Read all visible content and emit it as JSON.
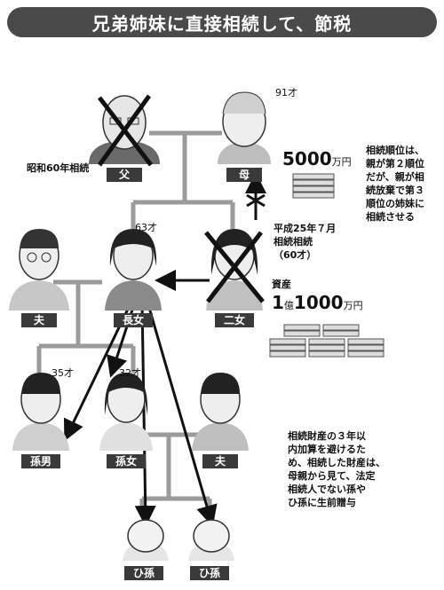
{
  "title": "兄弟姉妹に直接相続して、節税",
  "people": {
    "father": "父",
    "mother": "母",
    "husband1": "夫",
    "eldest": "長女",
    "second": "二女",
    "grandson": "孫男",
    "granddaughter": "孫女",
    "husband2": "夫",
    "great1": "ひ孫",
    "great2": "ひ孫"
  },
  "ages": {
    "mother": "91才",
    "eldest": "63才",
    "grandson": "35才",
    "granddaughter": "32才"
  },
  "father_note": "昭和60年相続",
  "mother_amount": "5000",
  "mother_unit": "万円",
  "succession_note": [
    "相続順位は、",
    "親が第２順位",
    "だが、親が相",
    "続放棄で第３",
    "順位の姉妹に",
    "相続させる"
  ],
  "second_note": [
    "平成25年７月",
    "相続相続",
    "（60才）"
  ],
  "assets_label": "資産",
  "assets_amount_prefix": "1",
  "assets_amount_oku": "億",
  "assets_amount": "1000",
  "assets_unit": "万円",
  "gift_note": [
    "相続財産の３年以",
    "内加算を避けるた",
    "め、相続した財産は、",
    "母親から見て、法定",
    "相続人でない孫や",
    "ひ孫に生前贈与"
  ]
}
